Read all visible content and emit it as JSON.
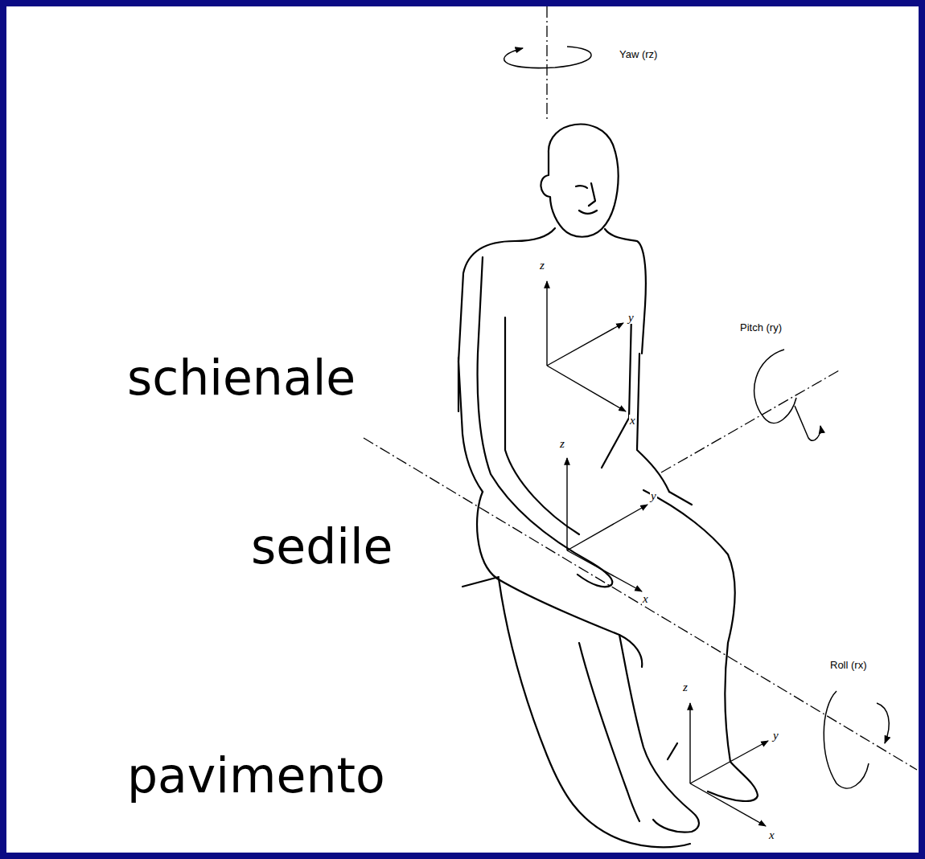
{
  "diagram": {
    "labels": [
      "Yaw (rz)",
      "Pitch (ry)",
      "Roll (rx)",
      "schienale",
      "sedile",
      "pavimento",
      "z",
      "y",
      "x",
      "z",
      "y",
      "x",
      "z",
      "y",
      "x"
    ]
  }
}
